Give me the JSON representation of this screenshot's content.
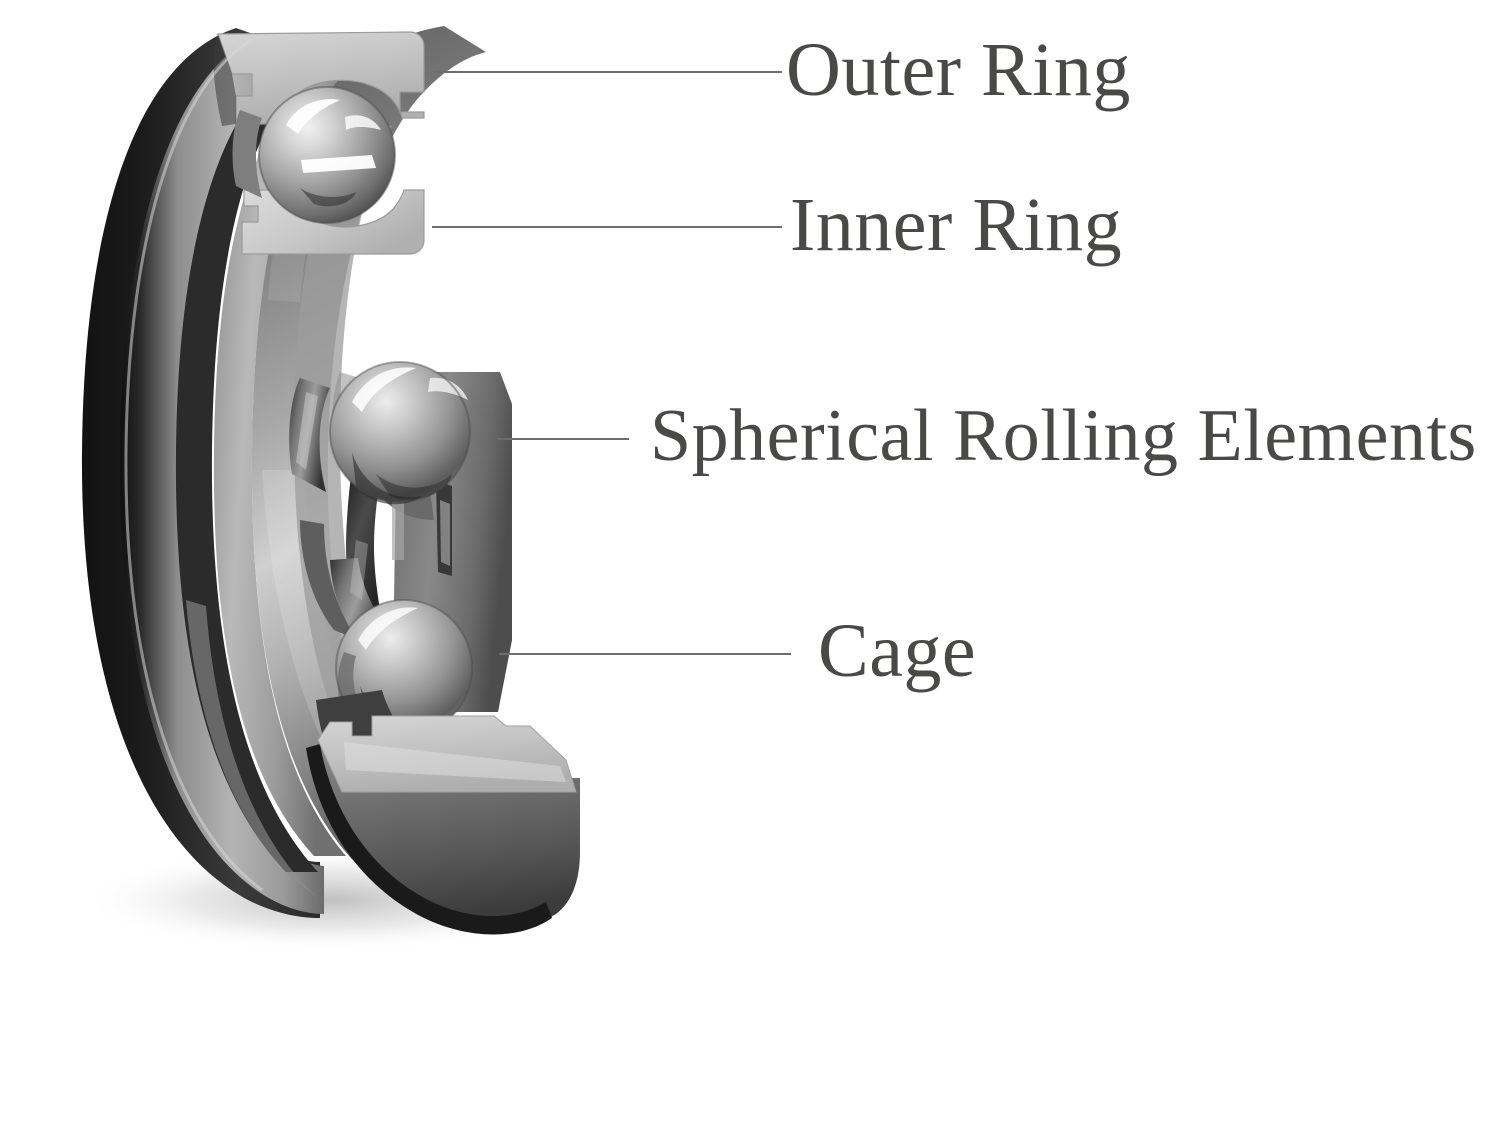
{
  "diagram": {
    "title": "Ball Bearing Cutaway Component Diagram",
    "background_color": "#ffffff",
    "label_color": "#494947",
    "leader_line_color": "#6e6e6c",
    "subject": "deep-groove-ball-bearing-cutaway"
  },
  "labels": [
    {
      "id": "outer-ring",
      "text": "Outer Ring"
    },
    {
      "id": "inner-ring",
      "text": "Inner Ring"
    },
    {
      "id": "rolling",
      "text": "Spherical Rolling Elements"
    },
    {
      "id": "cage",
      "text": "Cage"
    }
  ],
  "parts": {
    "outer_ring": "Outer Ring",
    "inner_ring": "Inner Ring",
    "rolling_elements": "Spherical Rolling Elements",
    "cage": "Cage"
  },
  "colors": {
    "steel_light": "#c9c9c9",
    "steel_mid": "#8f8f8f",
    "steel_dark": "#3b3b3b",
    "steel_darkest": "#1c1c1c",
    "cut_face": "#b9b9b9",
    "shadow": "#d8d8d8"
  }
}
